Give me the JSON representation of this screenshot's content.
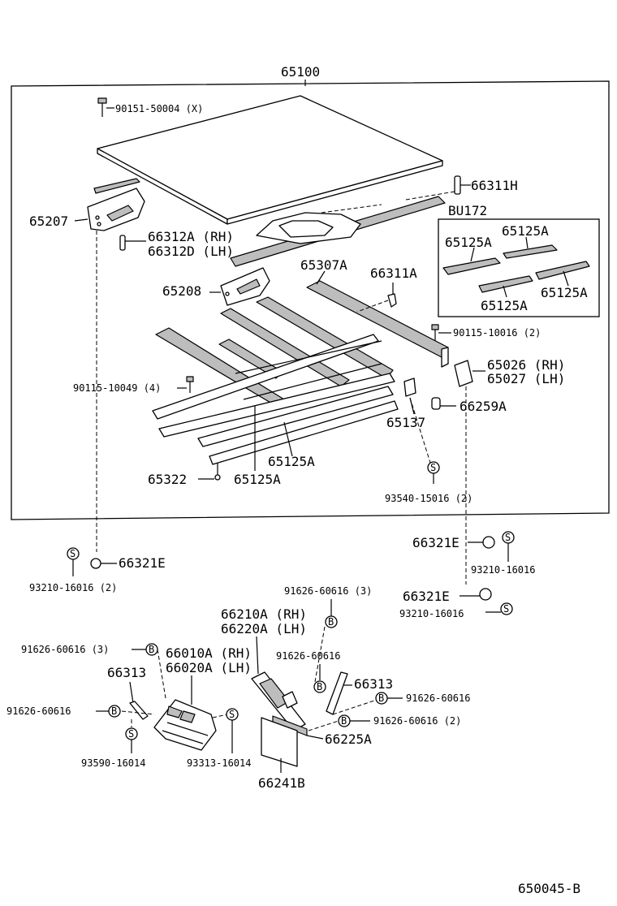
{
  "diagram": {
    "title": "65100",
    "footer_code": "650045-B",
    "group_label": "BU172",
    "labels": {
      "bolt_top": "90151-50004 (X)",
      "p66311h": "66311H",
      "p65207": "65207",
      "p66312a": "66312A (RH)",
      "p66312d": "66312D (LH)",
      "g_65125a_1": "65125A",
      "g_65125a_2": "65125A",
      "g_65125a_3": "65125A",
      "g_65125a_4": "65125A",
      "p65307a": "65307A",
      "p66311a": "66311A",
      "p65208": "65208",
      "bolt_right": "90115-10016 (2)",
      "p65026": "65026 (RH)",
      "p65027": "65027 (LH)",
      "bolt_left": "90115-10049 (4)",
      "p66259a": "66259A",
      "p65137": "65137",
      "p65125a_a": "65125A",
      "p65322": "65322",
      "p65125a_b": "65125A",
      "p93540": "93540-15016 (2)",
      "p66321e_r1": "66321E",
      "p93210_r1": "93210-16016",
      "p66321e_l": "66321E",
      "p93210_l": "93210-16016 (2)",
      "p91626_3a": "91626-60616 (3)",
      "p66321e_r2": "66321E",
      "p93210_r2": "93210-16016",
      "p66210a": "66210A (RH)",
      "p66220a": "66220A (LH)",
      "p91626_3b": "91626-60616 (3)",
      "p66010a": "66010A (RH)",
      "p66020a": "66020A (LH)",
      "p91626_mid": "91626-60616",
      "p66313_l": "66313",
      "p66313_r": "66313",
      "p91626_r1": "91626-60616",
      "p91626_l": "91626-60616",
      "p91626_r2": "91626-60616 (2)",
      "p66225a": "66225A",
      "p93590": "93590-16014",
      "p93313": "93313-16014",
      "p66241b": "66241B"
    },
    "markers": {
      "s": "S",
      "b": "B"
    }
  }
}
